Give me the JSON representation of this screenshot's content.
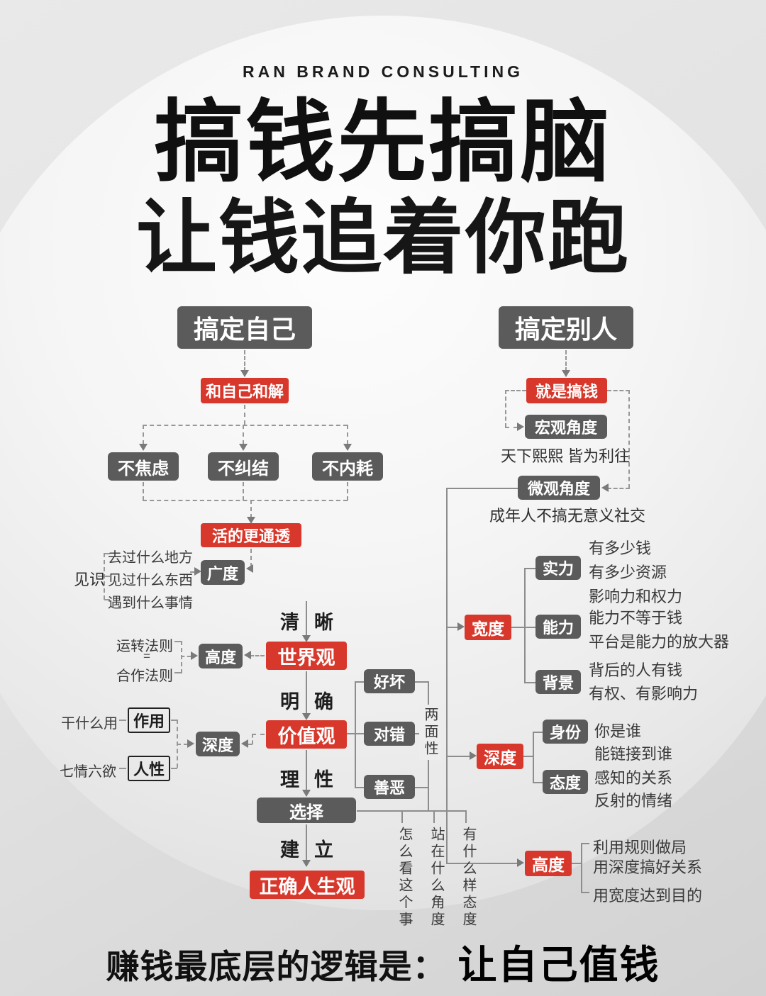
{
  "header": {
    "brand": "RAN BRAND CONSULTING",
    "title_line1": "搞钱先搞脑",
    "title_line2": "让钱追着你跑"
  },
  "self_branch": {
    "root": "搞定自己",
    "reconcile": "和自己和解",
    "sub_nodes": [
      "不焦虑",
      "不纠结",
      "不内耗"
    ],
    "live_transparently": "活的更通透",
    "insight_label": "见识",
    "insight_items": [
      "去过什么地方",
      "见过什么东西",
      "遇到什么事情"
    ],
    "breadth": "广度",
    "operation_rule": "运转法则",
    "equals": "=",
    "cooperation_rule": "合作法则",
    "height": "高度",
    "clarity": [
      "清",
      "晰"
    ],
    "worldview": "世界观",
    "definite": [
      "明",
      "确"
    ],
    "values": "价值观",
    "good_bad": "好坏",
    "right_wrong": "对错",
    "good_evil": "善恶",
    "two_sidedness": "两面性",
    "usage_question": "干什么用",
    "usage": "作用",
    "seven_desires": "七情六欲",
    "human_nature": "人性",
    "depth": "深度",
    "rational": [
      "理",
      "性"
    ],
    "choice": "选择",
    "establish": [
      "建",
      "立"
    ],
    "correct_life_view": "正确人生观",
    "vertical_notes": [
      "怎么看这个事",
      "站在什么角度",
      "有什么样态度"
    ]
  },
  "others_branch": {
    "root": "搞定别人",
    "is_making_money": "就是搞钱",
    "macro_view": "宏观角度",
    "macro_note": "天下熙熙 皆为利往",
    "micro_view": "微观角度",
    "micro_note": "成年人不搞无意义社交",
    "width": "宽度",
    "strength": "实力",
    "strength_notes": [
      "有多少钱",
      "有多少资源",
      "影响力和权力"
    ],
    "ability": "能力",
    "ability_notes": [
      "能力不等于钱",
      "平台是能力的放大器"
    ],
    "background": "背景",
    "background_notes": [
      "背后的人有钱",
      "有权、有影响力"
    ],
    "depth": "深度",
    "identity": "身份",
    "identity_notes": [
      "你是谁",
      "能链接到谁"
    ],
    "attitude": "态度",
    "attitude_notes": [
      "感知的关系",
      "反射的情绪"
    ],
    "height": "高度",
    "height_notes": [
      "利用规则做局",
      "用深度搞好关系",
      "用宽度达到目的"
    ]
  },
  "footer": {
    "prefix": "赚钱最底层的逻辑是：",
    "highlight": "让自己值钱"
  },
  "colors": {
    "accent_red": "#d8382c",
    "node_gray": "#5b5b5b"
  }
}
